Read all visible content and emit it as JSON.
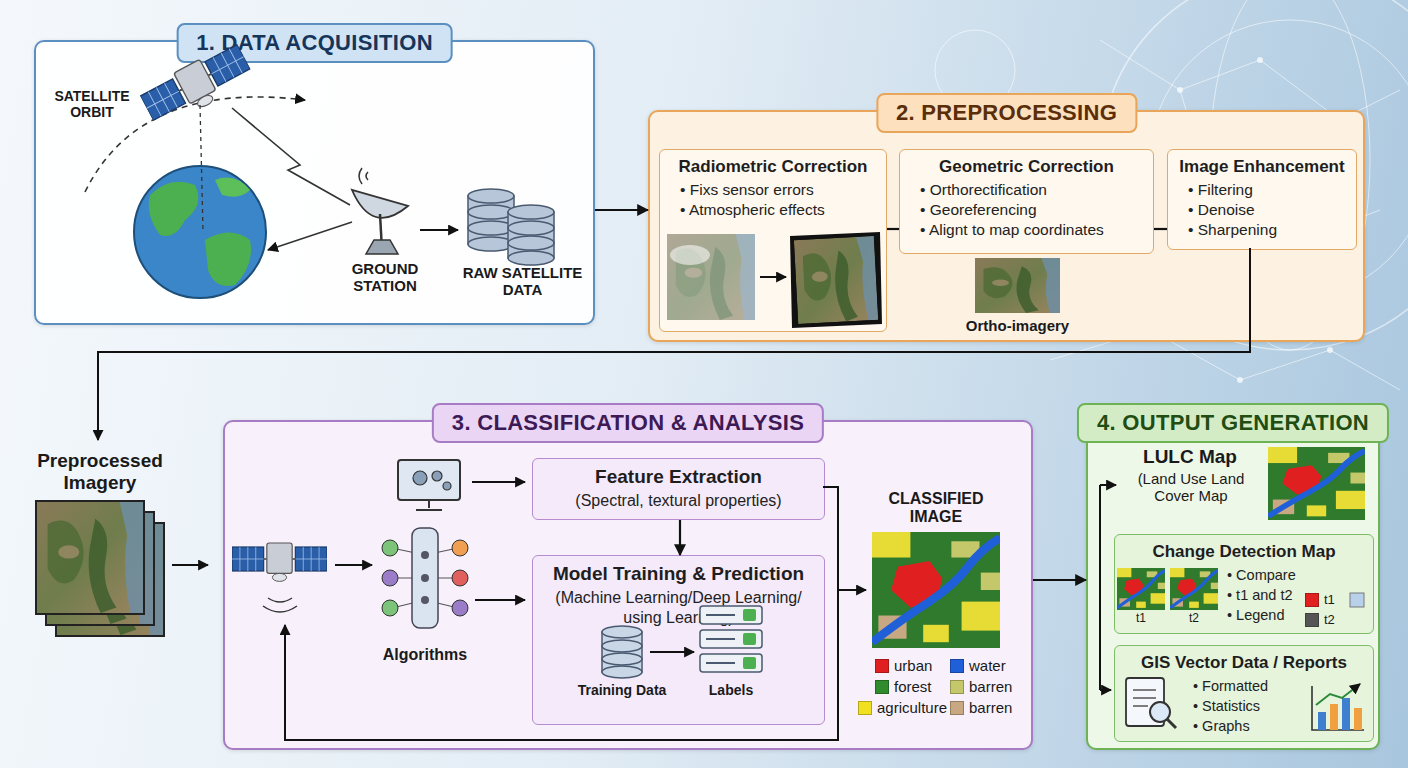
{
  "diagram": {
    "nodes": [
      {
        "text": [
          "1. DATA ACQUISITION"
        ]
      },
      {
        "text": [
          "2. PREPROCESSING"
        ]
      },
      {
        "text": [
          "Radiometric Correction",
          "• Fixs sensor errors",
          "• Atmospheric effects"
        ],
        "in": 1
      },
      {
        "text": [
          "Geometric Correction",
          "• Orthorectification",
          "• Georeferencing",
          "• Alignt to map coordinates"
        ],
        "in": 1
      },
      {
        "text": [
          "Image Enhancement",
          "• Filtering",
          "• Denoise",
          "• Sharpening"
        ],
        "in": 1
      },
      {
        "text": [
          "3. CLASSIFICATION & ANALYSIS"
        ]
      },
      {
        "text": [
          "Feature Extraction",
          "(Spectral, textural properties)"
        ],
        "in": 5
      },
      {
        "text": [
          "Model Training & Prediction",
          "(Machine Learning/Deep Learning/ using Learning)"
        ],
        "in": 5
      },
      {
        "text": [
          "4. OUTPUT GENERATION"
        ]
      },
      {
        "text": [
          "Change Detection Map",
          "• Compare",
          "• t1 and t2",
          "• Legend"
        ],
        "in": 8
      },
      {
        "text": [
          "GIS Vector Data / Reports",
          "• Formatted",
          "• Statistics",
          "• Graphs"
        ],
        "in": 8
      }
    ],
    "edges": [
      {
        "from": 0,
        "to": 1,
        "arrow": "to"
      },
      {
        "from": 2,
        "to": 3,
        "arrow": "none"
      },
      {
        "from": 3,
        "to": 4,
        "arrow": "none"
      },
      {
        "from": 6,
        "to": 7,
        "arrow": "to"
      },
      {
        "from": 5,
        "to": 8,
        "arrow": "to"
      }
    ],
    "labels": [
      "SATELLITE ORBIT",
      "GROUND STATION",
      "RAW SATELLITE DATA",
      "Ortho-imagery",
      "Preprocessed Imagery",
      "Algorithms",
      "Training Data",
      "Labels",
      "CLASSIFIED IMAGE",
      "LULC Map",
      "(Land Use Land Cover Map",
      "t1",
      "t2"
    ],
    "legend": [
      {
        "text": "urban",
        "color": "#e02020"
      },
      {
        "text": "water",
        "color": "#1f5fd8"
      },
      {
        "text": "forest",
        "color": "#2e8b2e"
      },
      {
        "text": "barren",
        "color": "#c5c86a"
      },
      {
        "text": "agriculture",
        "color": "#f0e020"
      },
      {
        "text": "barren",
        "color": "#c8a882"
      },
      {
        "text": "t1",
        "color": "#e02020"
      },
      {
        "text": "t2",
        "color": "#555555"
      }
    ]
  }
}
